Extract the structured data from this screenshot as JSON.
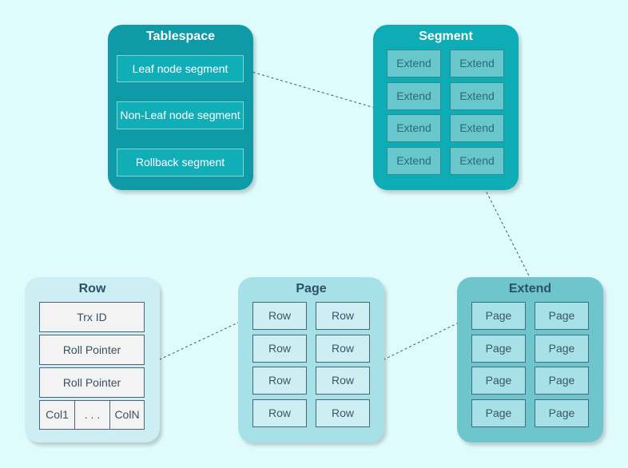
{
  "tablespace": {
    "title": "Tablespace",
    "items": [
      "Leaf node segment",
      "Non-Leaf node segment",
      "Rollback segment"
    ]
  },
  "segment": {
    "title": "Segment",
    "cells": [
      "Extend",
      "Extend",
      "Extend",
      "Extend",
      "Extend",
      "Extend",
      "Extend",
      "Extend"
    ]
  },
  "row": {
    "title": "Row",
    "fields": [
      "Trx ID",
      "Roll Pointer",
      "Roll Pointer"
    ],
    "cols": [
      "Col1",
      ". . .",
      "ColN"
    ]
  },
  "page": {
    "title": "Page",
    "cells": [
      "Row",
      "Row",
      "Row",
      "Row",
      "Row",
      "Row",
      "Row",
      "Row"
    ]
  },
  "extend": {
    "title": "Extend",
    "cells": [
      "Page",
      "Page",
      "Page",
      "Page",
      "Page",
      "Page",
      "Page",
      "Page"
    ]
  },
  "colors": {
    "background": "#e0fbfc",
    "tablespace": "#0e9aa7",
    "segment": "#0eacb5",
    "row": "#cdeff3",
    "page": "#a6e1e8",
    "extend": "#6ec6cc"
  }
}
